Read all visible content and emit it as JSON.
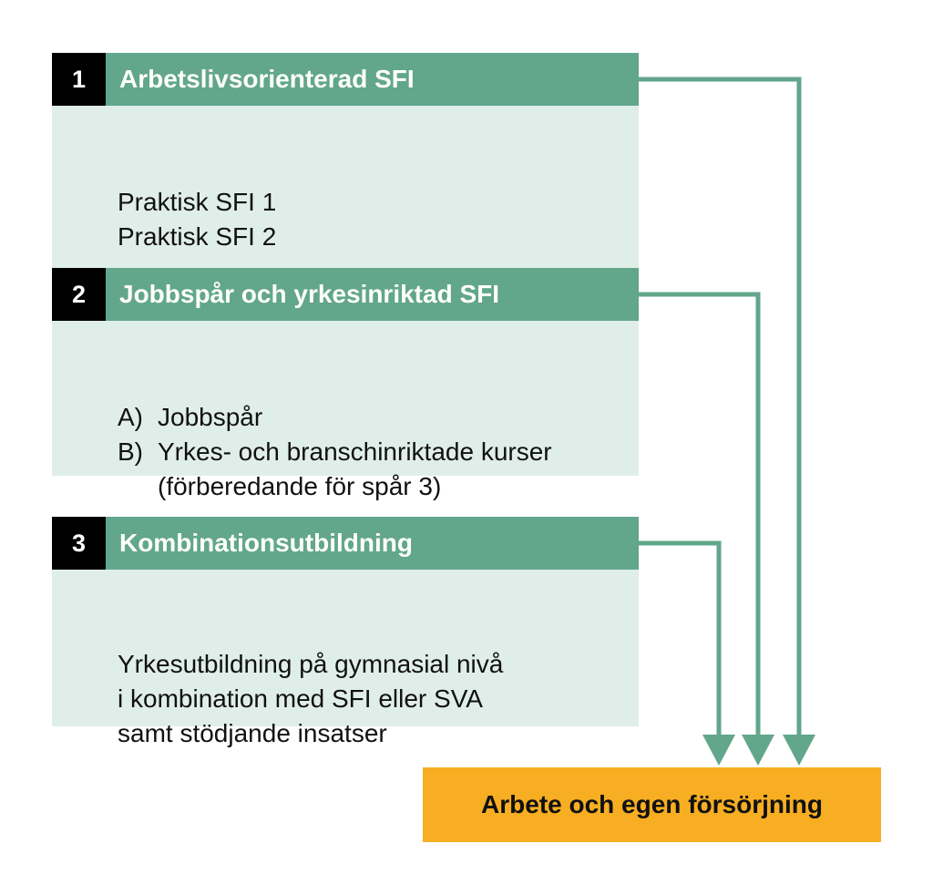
{
  "colors": {
    "header": "#62a68b",
    "body": "#e0eeea",
    "number_box": "#000000",
    "connector": "#62a68b",
    "outcome": "#f7ae22"
  },
  "tracks": [
    {
      "number": "1",
      "title": "Arbetslivsorienterad SFI",
      "lines": [
        "Praktisk SFI 1",
        "Praktisk SFI 2"
      ]
    },
    {
      "number": "2",
      "title": "Jobbspår och yrkesinriktad SFI",
      "items": [
        {
          "marker": "A)",
          "text": "Jobbspår"
        },
        {
          "marker": "B)",
          "text": "Yrkes- och branschinriktade kurser",
          "continuation": "(förberedande för spår 3)"
        }
      ]
    },
    {
      "number": "3",
      "title": "Kombinationsutbildning",
      "lines": [
        "Yrkesutbildning på gymnasial nivå",
        "i kombination med SFI eller SVA",
        "samt stödjande insatser"
      ]
    }
  ],
  "outcome": {
    "label": "Arbete och egen försörjning"
  }
}
